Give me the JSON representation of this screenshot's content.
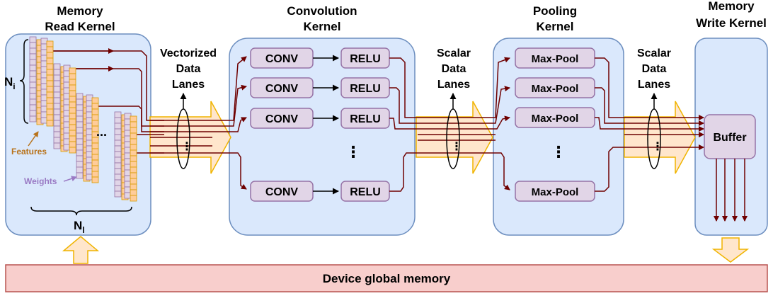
{
  "titles": {
    "mem_read_1": "Memory",
    "mem_read_2": "Read Kernel",
    "conv_1": "Convolution",
    "conv_2": "Kernel",
    "pool_1": "Pooling",
    "pool_2": "Kernel",
    "mem_write_1": "Memory",
    "mem_write_2": "Write Kernel"
  },
  "lanes": {
    "vectorized_1": "Vectorized",
    "vectorized_2": "Data",
    "vectorized_3": "Lanes",
    "scalar1_1": "Scalar",
    "scalar1_2": "Data",
    "scalar1_3": "Lanes",
    "scalar2_1": "Scalar",
    "scalar2_2": "Data",
    "scalar2_3": "Lanes"
  },
  "conv_rows": [
    {
      "conv": "CONV",
      "relu": "RELU"
    },
    {
      "conv": "CONV",
      "relu": "RELU"
    },
    {
      "conv": "CONV",
      "relu": "RELU"
    },
    {
      "conv": "CONV",
      "relu": "RELU"
    }
  ],
  "pool_rows": [
    "Max-Pool",
    "Max-Pool",
    "Max-Pool",
    "Max-Pool"
  ],
  "ellipsis": "⋮",
  "hellipsis": "...",
  "ni_main": "N",
  "ni_sub": "i",
  "nl_main": "N",
  "nl_sub": "l",
  "features": "Features",
  "weights": "Weights",
  "buffer": "Buffer",
  "global_memory": "Device global memory",
  "colors": {
    "kernel_fill": "#dae8fc",
    "kernel_stroke": "#6c8ebf",
    "op_fill": "#e1d5e7",
    "op_stroke": "#9673a6",
    "wire": "#6f0000",
    "lane_fill": "#ffe6cc",
    "lane_stroke": "#f0b400",
    "memory_fill": "#f8cecc",
    "memory_stroke": "#b85450",
    "feature_fill": "#ffcc99",
    "feature_stroke": "#d79b00",
    "weight_fill": "#e1d5e7",
    "weight_stroke": "#9673a6"
  }
}
